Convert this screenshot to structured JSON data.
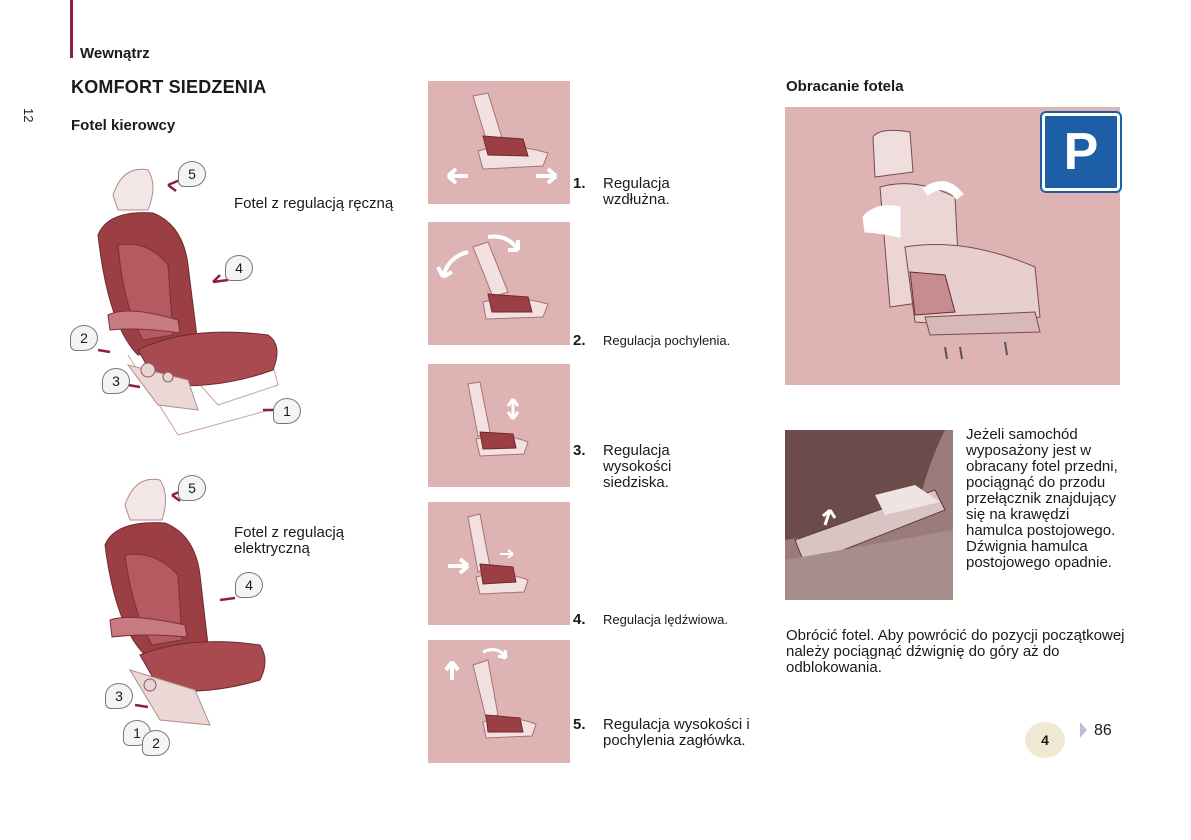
{
  "header": {
    "section": "Wewnątrz",
    "page_side": "12"
  },
  "title": "KOMFORT SIEDZENIA",
  "subtitle": "Fotel kierowcy",
  "seats": {
    "manual_caption": "Fotel z regulacją ręczną",
    "electric_caption": "Fotel z regulacją elektryczną",
    "callouts_top": [
      "5",
      "4",
      "2",
      "3",
      "1"
    ],
    "callouts_bottom": [
      "5",
      "4",
      "3",
      "1",
      "2"
    ]
  },
  "adjustments": [
    {
      "num": "1.",
      "label": "Regulacja wzdłużna."
    },
    {
      "num": "2.",
      "label": "Regulacja pochylenia."
    },
    {
      "num": "3.",
      "label": "Regulacja wysokości siedziska."
    },
    {
      "num": "4.",
      "label": "Regulacja lędźwiowa."
    },
    {
      "num": "5.",
      "label": "Regulacja wysokości i pochylenia zagłówka."
    }
  ],
  "rotation": {
    "title": "Obracanie fotela",
    "parking_sign": "P",
    "para1": "Jeżeli samochód wyposażony jest w obracany fotel przedni, pociągnąć do przodu przełącznik znajdujący się na krawędzi hamulca postojowego. Dźwignia hamulca postojowego opadnie.",
    "para2": "Obrócić fotel. Aby powrócić do pozycji początkowej należy pociągnąć dźwignię do góry aż do odblokowania."
  },
  "footer": {
    "chapter": "4",
    "page": "86"
  },
  "colors": {
    "accent": "#8c1d4a",
    "panel_bg": "#ddb3b3",
    "seat_red": "#9b3f45",
    "parking_blue": "#1d5fa6"
  }
}
